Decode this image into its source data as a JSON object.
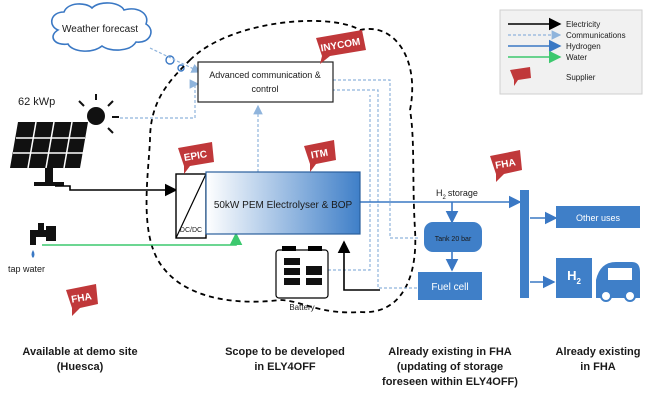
{
  "cloud_label": "Weather forecast",
  "pv_label": "62 kWp",
  "comm_box_label": [
    "Advanced communication &",
    "control"
  ],
  "electrolyser_label": "50kW  PEM Electrolyser & BOP",
  "converter_label": "DC/DC",
  "battery_label": "Battery",
  "tap_water_label": "tap water",
  "h2_storage_label": "storage",
  "h2_storage_prefix": "H",
  "h2_storage_sub": "2",
  "tank_label": "Tank 20 bar",
  "fuel_cell_label": "Fuel cell",
  "other_uses_label": "Other uses",
  "h2_station_label": "H",
  "h2_station_sub": "2",
  "supplier_tags": [
    "INYCOM",
    "EPIC",
    "ITM",
    "FHA",
    "FHA"
  ],
  "legend": {
    "items": [
      {
        "label": "Electricity",
        "color": "#000000"
      },
      {
        "label": "Communications",
        "color": "#8fb4dc"
      },
      {
        "label": "Hydrogen",
        "color": "#3a78c4"
      },
      {
        "label": "Water",
        "color": "#3cc86e"
      },
      {
        "label": "Supplier",
        "color": "#c0383a"
      }
    ]
  },
  "bottom_labels": [
    [
      "Available at demo site",
      "(Huesca)"
    ],
    [
      "Scope to be developed",
      "in ELY4OFF"
    ],
    [
      "Already  existing in FHA",
      "(updating of storage",
      "foreseen within ELY4OFF)"
    ],
    [
      "Already  existing",
      "in FHA"
    ]
  ],
  "colors": {
    "electricity": "#000000",
    "communications": "#8fb4dc",
    "hydrogen": "#3a78c4",
    "water": "#3cc86e",
    "supplier": "#c0383a",
    "box_blue": "#3f7fc8"
  }
}
